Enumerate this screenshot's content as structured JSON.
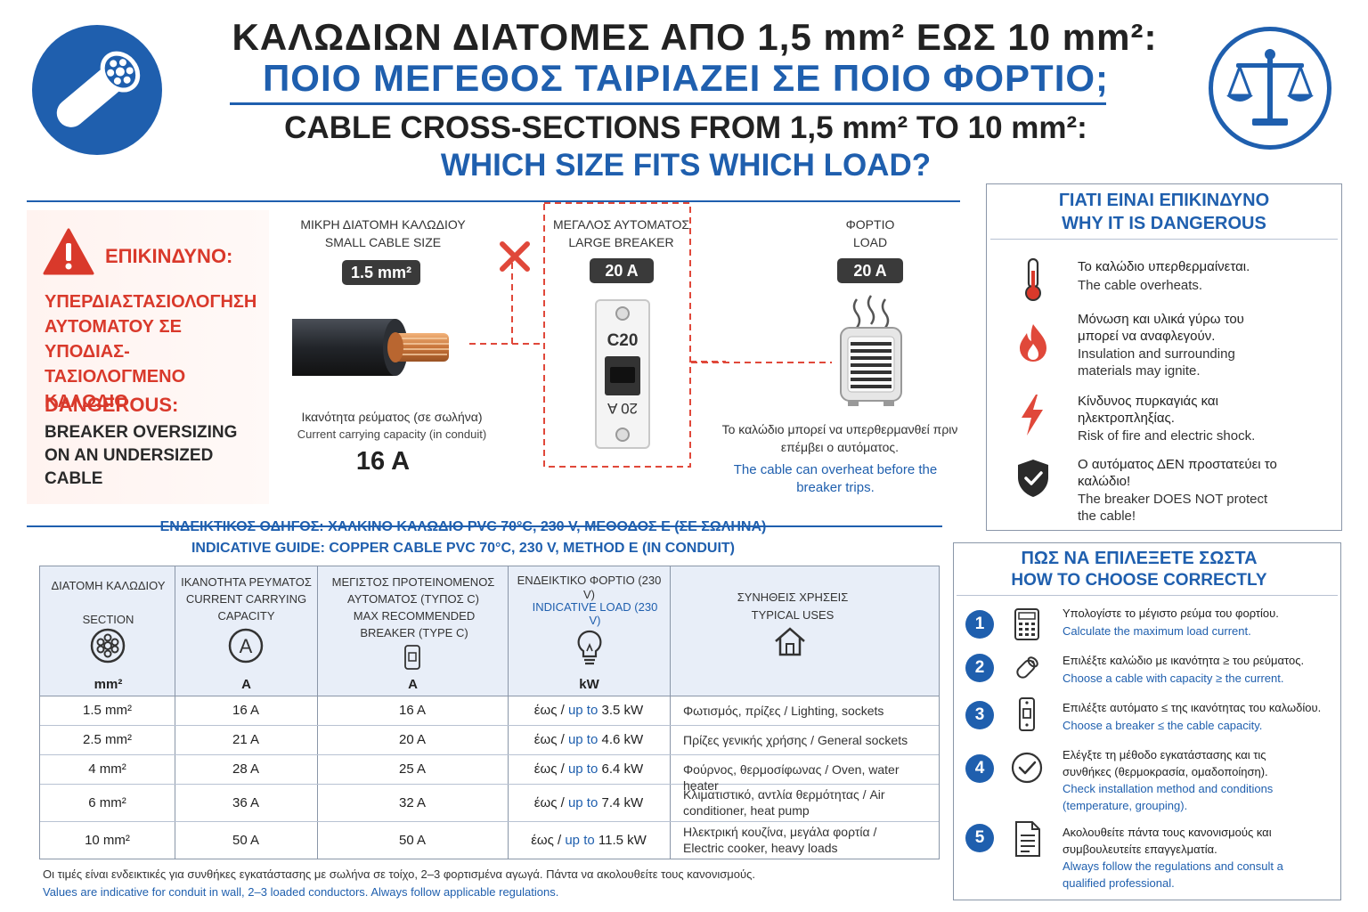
{
  "header": {
    "title_gr_1": "ΚΑΛΩΔΙΩΝ ΔΙΑΤΟΜΕΣ ΑΠΟ 1,5 mm² ΕΩΣ 10 mm²:",
    "title_gr_2": "ΠΟΙΟ ΜΕΓΕΘΟΣ ΤΑΙΡΙΑΖΕΙ ΣΕ ΠΟΙΟ ΦΟΡΤΙΟ;",
    "title_en_1": "CABLE CROSS-SECTIONS FROM 1,5 mm² TO 10 mm²:",
    "title_en_2": "WHICH SIZE FITS WHICH LOAD?"
  },
  "danger": {
    "label_gr": "ΕΠΙΚΙΝΔΥΝΟ:",
    "text_gr": "ΥΠΕΡΔΙΑΣΤΑΣΙΟΛΟΓΗΣΗ ΑΥΤΟΜΑΤΟΥ ΣΕ ΥΠΟΔΙΑΣ-ΤΑΣΙΟΛΟΓΜΕΝΟ ΚΑΛΩΔΙΟ",
    "label_en": "DANGEROUS:",
    "text_en": "BREAKER OVERSIZING ON AN UNDERSIZED CABLE"
  },
  "diagram": {
    "cable_label_gr": "ΜΙΚΡΗ ΔΙΑΤΟΜΗ ΚΑΛΩΔΙΟΥ",
    "cable_label_en": "SMALL CABLE SIZE",
    "cable_size": "1.5 mm²",
    "breaker_label_gr": "ΜΕΓΑΛΟΣ ΑΥΤΟΜΑΤΟΣ",
    "breaker_label_en": "LARGE BREAKER",
    "breaker_rating": "20 A",
    "breaker_code": "C20",
    "breaker_code_flipped": "20 A",
    "load_label_gr": "ΦΟΡΤΙΟ",
    "load_label_en": "LOAD",
    "load_rating": "20 A",
    "capacity_gr": "Ικανότητα ρεύματος (σε σωλήνα)",
    "capacity_en": "Current carrying capacity (in conduit)",
    "capacity_value": "16 A",
    "overheat_gr": "Το καλώδιο μπορεί να υπερθερμανθεί πριν επέμβει ο αυτόματος.",
    "overheat_en": "The cable can overheat before the breaker trips."
  },
  "guide": {
    "title_gr": "ΕΝΔΕΙΚΤΙΚΟΣ ΟΔΗΓΟΣ: ΧΑΛΚΙΝΟ ΚΑΛΩΔΙΟ PVC 70°C, 230 V, ΜΕΘΟΔΟΣ Ε (ΣΕ ΣΩΛΗΝΑ)",
    "title_en": "INDICATIVE GUIDE: COPPER CABLE PVC 70°C, 230 V, METHOD E (IN CONDUIT)"
  },
  "table": {
    "headers": [
      {
        "gr": "ΔΙΑΤΟΜΗ ΚΑΛΩΔΙΟΥ",
        "en": "SECTION",
        "unit": "mm²"
      },
      {
        "gr": "ΙΚΑΝΟΤΗΤΑ ΡΕΥΜΑΤΟΣ",
        "en": "CURRENT CARRYING CAPACITY",
        "unit": "A"
      },
      {
        "gr": "ΜΕΓΙΣΤΟΣ ΠΡΟΤΕΙΝΟΜΕΝΟΣ ΑΥΤΟΜΑΤΟΣ (ΤΥΠΟΣ C)",
        "en": "MAX RECOMMENDED BREAKER (TYPE C)",
        "unit": "A"
      },
      {
        "gr": "ΕΝΔΕΙΚΤΙΚΟ ΦΟΡΤΙΟ (230 V)",
        "en": "INDICATIVE LOAD (230 V)",
        "unit": "kW"
      },
      {
        "gr": "ΣΥΝΗΘΕΙΣ ΧΡΗΣΕΙΣ",
        "en": "TYPICAL USES",
        "unit": ""
      }
    ],
    "upto_gr": "έως",
    "upto_en": "up to",
    "rows": [
      {
        "section": "1.5 mm²",
        "capacity": "16 A",
        "breaker": "16 A",
        "load": "3.5 kW",
        "uses": "Φωτισμός, πρίζες / Lighting, sockets"
      },
      {
        "section": "2.5 mm²",
        "capacity": "21 A",
        "breaker": "20 A",
        "load": "4.6 kW",
        "uses": "Πρίζες γενικής χρήσης / General sockets"
      },
      {
        "section": "4 mm²",
        "capacity": "28 A",
        "breaker": "25 A",
        "load": "6.4 kW",
        "uses": "Φούρνος, θερμοσίφωνας / Oven, water heater"
      },
      {
        "section": "6 mm²",
        "capacity": "36 A",
        "breaker": "32 A",
        "load": "7.4 kW",
        "uses": "Κλιματιστικό, αντλία θερμότητας / Air conditioner, heat pump"
      },
      {
        "section": "10 mm²",
        "capacity": "50 A",
        "breaker": "50 A",
        "load": "11.5 kW",
        "uses": "Ηλεκτρική κουζίνα, μεγάλα φορτία / Electric cooker, heavy loads"
      }
    ],
    "footnote_gr": "Οι τιμές είναι ενδεικτικές για συνθήκες εγκατάστασης με σωλήνα σε τοίχο, 2–3 φορτισμένα αγωγά. Πάντα να ακολουθείτε τους κανονισμούς.",
    "footnote_en": "Values are indicative for conduit in wall, 2–3 loaded conductors. Always follow applicable regulations."
  },
  "why": {
    "title_gr": "ΓΙΑΤΙ ΕΙΝΑΙ ΕΠΙΚΙΝΔΥΝΟ",
    "title_en": "WHY IT IS DANGEROUS",
    "items": [
      {
        "icon": "thermometer-icon",
        "gr": "Το καλώδιο υπερθερμαίνεται.",
        "en": "The cable overheats."
      },
      {
        "icon": "flame-icon",
        "gr": "Μόνωση και υλικά γύρω του μπορεί να αναφλεγούν.",
        "en": "Insulation and surrounding materials may ignite."
      },
      {
        "icon": "lightning-icon",
        "gr": "Κίνδυνος πυρκαγιάς και ηλεκτροπληξίας.",
        "en": "Risk of fire and electric shock."
      },
      {
        "icon": "shield-check-icon",
        "gr": "Ο αυτόματος ΔΕΝ προστατεύει το καλώδιο!",
        "en": "The breaker DOES NOT protect the cable!"
      }
    ]
  },
  "how": {
    "title_gr": "ΠΩΣ ΝΑ ΕΠΙΛΕΞΕΤΕ ΣΩΣΤΑ",
    "title_en": "HOW TO CHOOSE CORRECTLY",
    "steps": [
      {
        "num": "1",
        "icon": "calculator-icon",
        "gr": "Υπολογίστε το μέγιστο ρεύμα του φορτίου.",
        "en": "Calculate the maximum load current."
      },
      {
        "num": "2",
        "icon": "cable-icon",
        "gr": "Επιλέξτε καλώδιο με ικανότητα ≥ του ρεύματος.",
        "en": "Choose a cable with capacity ≥ the current."
      },
      {
        "num": "3",
        "icon": "breaker-icon",
        "gr": "Επιλέξτε αυτόματο ≤ της ικανότητας του καλωδίου.",
        "en": "Choose a breaker ≤ the cable capacity."
      },
      {
        "num": "4",
        "icon": "check-circle-icon",
        "gr": "Ελέγξτε τη μέθοδο εγκατάστασης και τις συνθήκες (θερμοκρασία, ομαδοποίηση).",
        "en": "Check installation method and conditions (temperature, grouping)."
      },
      {
        "num": "5",
        "icon": "document-icon",
        "gr": "Ακολουθείτε πάντα τους κανονισμούς και συμβουλευτείτε επαγγελματία.",
        "en": "Always follow the regulations and consult a qualified professional."
      }
    ]
  },
  "colors": {
    "brand_blue": "#1f5fae",
    "danger_red": "#d9392b",
    "dark": "#2a2a2a"
  }
}
